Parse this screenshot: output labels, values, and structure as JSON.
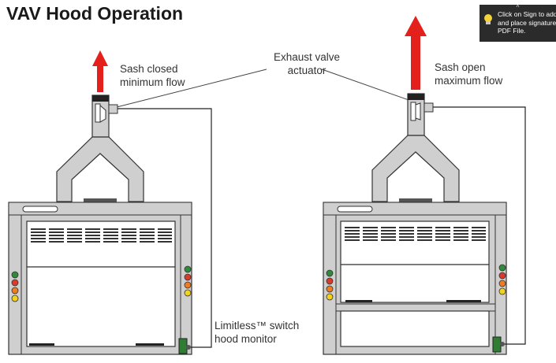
{
  "title": "VAV Hood Operation",
  "labels": {
    "sash_closed": [
      "Sash closed",
      "minimum flow"
    ],
    "exhaust": [
      "Exhaust valve",
      "actuator"
    ],
    "sash_open": [
      "Sash open",
      "maximum flow"
    ],
    "monitor": [
      "Limitless™ switch",
      "hood monitor"
    ]
  },
  "tooltip": {
    "lines": [
      "Click on Sign to add",
      "and place signature a",
      "PDF File."
    ],
    "icon": "lightbulb-icon",
    "caret": "^"
  },
  "colors": {
    "arrow": "#e3201b",
    "hood_fill": "#cfcfcf",
    "outline": "#333333",
    "light_green": "#2e8b3a",
    "light_red": "#d93a2b",
    "light_orange": "#ef7d20",
    "light_yellow": "#f2d21b"
  }
}
